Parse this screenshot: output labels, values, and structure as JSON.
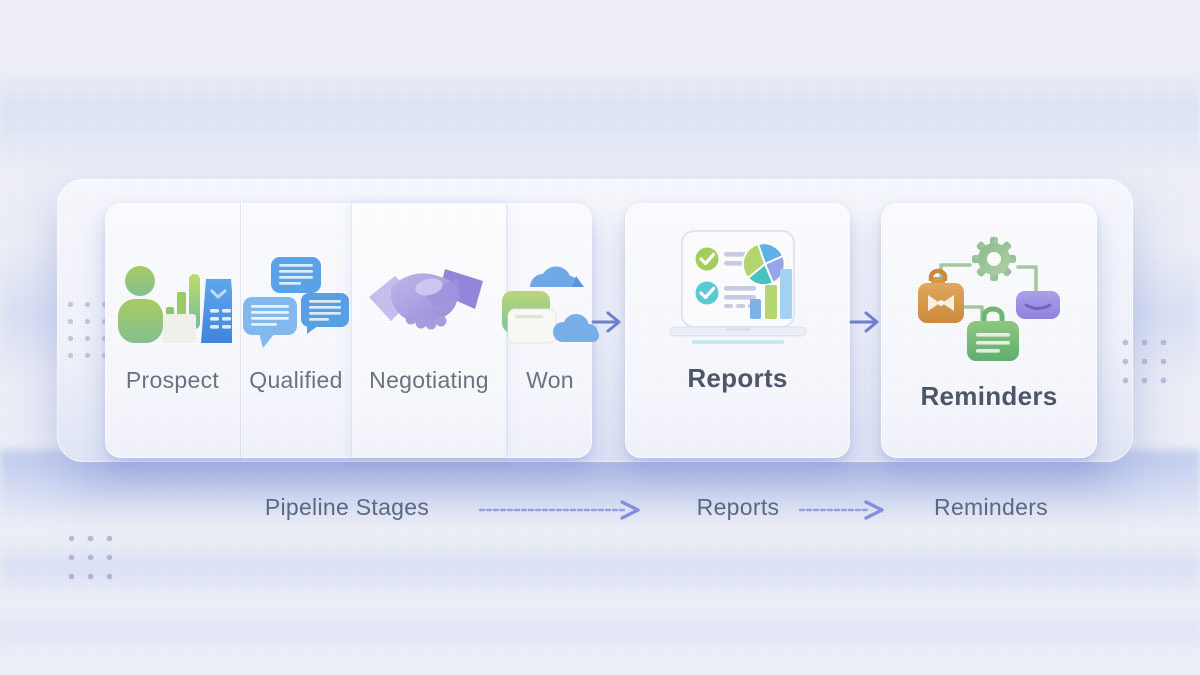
{
  "pipeline_card": {
    "stages": [
      {
        "label": "Prospect",
        "icon": "prospect-person-chart-icon"
      },
      {
        "label": "Qualified",
        "icon": "qualified-chat-bubbles-icon"
      },
      {
        "label": "Negotiating",
        "icon": "negotiating-handshake-icon"
      },
      {
        "label": "Won",
        "icon": "won-cloud-package-icon"
      }
    ]
  },
  "reports_card": {
    "label": "Reports",
    "icon": "reports-laptop-analytics-icon"
  },
  "reminders_card": {
    "label": "Reminders",
    "icon": "reminders-workflow-icon"
  },
  "legend": {
    "pipeline_label": "Pipeline Stages",
    "reports_label": "Reports",
    "reminders_label": "Reminders"
  },
  "colors": {
    "background": "#eef0f8",
    "panel": "#f5f6fc",
    "card": "#fdfdfe",
    "arrow_accent": "#6b7ed0",
    "stage_label_text": "#6a7280",
    "card_label_text": "#4c5568",
    "legend_text": "#5c687e",
    "icon_green": "#9cc75e",
    "icon_blue": "#58a3ea",
    "icon_purple": "#9488d8",
    "icon_teal": "#49c3b6",
    "icon_orange": "#d89a48"
  }
}
